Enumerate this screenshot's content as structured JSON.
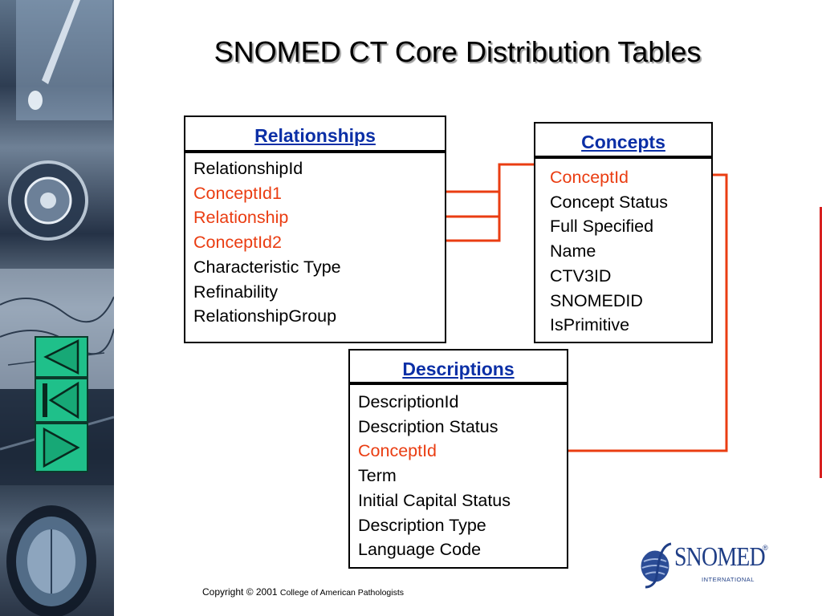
{
  "slide": {
    "title": "SNOMED CT Core Distribution Tables"
  },
  "tables": {
    "relationships": {
      "title": "Relationships",
      "fields": [
        "RelationshipId",
        "ConceptId1",
        "Relationship",
        "ConceptId2",
        "Characteristic Type",
        "Refinability",
        "RelationshipGroup"
      ]
    },
    "concepts": {
      "title": "Concepts",
      "fields": [
        "ConceptId",
        "Concept Status",
        "Full Specified",
        "Name",
        "CTV3ID",
        "SNOMEDID",
        "IsPrimitive"
      ]
    },
    "descriptions": {
      "title": "Descriptions",
      "fields": [
        "DescriptionId",
        "Description Status",
        "ConceptId",
        "Term",
        "Initial Capital Status",
        "Description Type",
        "Language Code"
      ]
    }
  },
  "highlight_color": "#ea3d12",
  "header_color": "#0b2fa6",
  "footer": {
    "copyright_main": "Copyright © 2001 ",
    "copyright_org": "College of American Pathologists"
  },
  "logo": {
    "wordmark": "SNOMED",
    "subtext": "INTERNATIONAL",
    "registered": "®"
  },
  "nav": {
    "previous_icon": "triangle-left-icon",
    "first_icon": "skip-first-icon",
    "next_icon": "triangle-right-icon"
  }
}
